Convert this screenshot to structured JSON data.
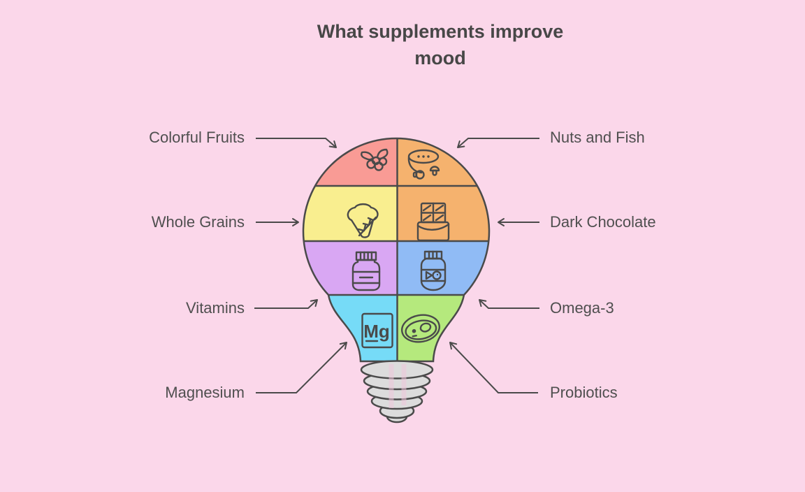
{
  "title": {
    "line1": "What supplements improve",
    "line2": "mood"
  },
  "labels": {
    "left": [
      {
        "text": "Colorful Fruits"
      },
      {
        "text": "Whole Grains"
      },
      {
        "text": "Vitamins"
      },
      {
        "text": "Magnesium"
      }
    ],
    "right": [
      {
        "text": "Nuts and Fish"
      },
      {
        "text": "Dark Chocolate"
      },
      {
        "text": "Omega-3"
      },
      {
        "text": "Probiotics"
      }
    ]
  },
  "bulb": {
    "sections": [
      {
        "label": "Colorful Fruits",
        "icon": "berries-icon",
        "color": "#f99b95"
      },
      {
        "label": "Nuts and Fish",
        "icon": "nuts-bowl-icon",
        "color": "#f5b26e"
      },
      {
        "label": "Whole Grains",
        "icon": "bread-wheat-icon",
        "color": "#f9ee8f"
      },
      {
        "label": "Dark Chocolate",
        "icon": "chocolate-bar-icon",
        "color": "#f5b26e"
      },
      {
        "label": "Vitamins",
        "icon": "vitamin-jar-icon",
        "color": "#d9a7f3"
      },
      {
        "label": "Omega-3",
        "icon": "fish-oil-jar-icon",
        "color": "#90bbf5"
      },
      {
        "label": "Magnesium",
        "icon": "mg-element-icon",
        "color": "#76dbf7"
      },
      {
        "label": "Probiotics",
        "icon": "petri-dish-icon",
        "color": "#b5e97d"
      }
    ],
    "magnesium_symbol": "Mg"
  },
  "colors": {
    "background": "#fbd7ea",
    "outline": "#4a4a4a",
    "base_metal": "#dcdcdc",
    "text": "#4f4f4f"
  }
}
